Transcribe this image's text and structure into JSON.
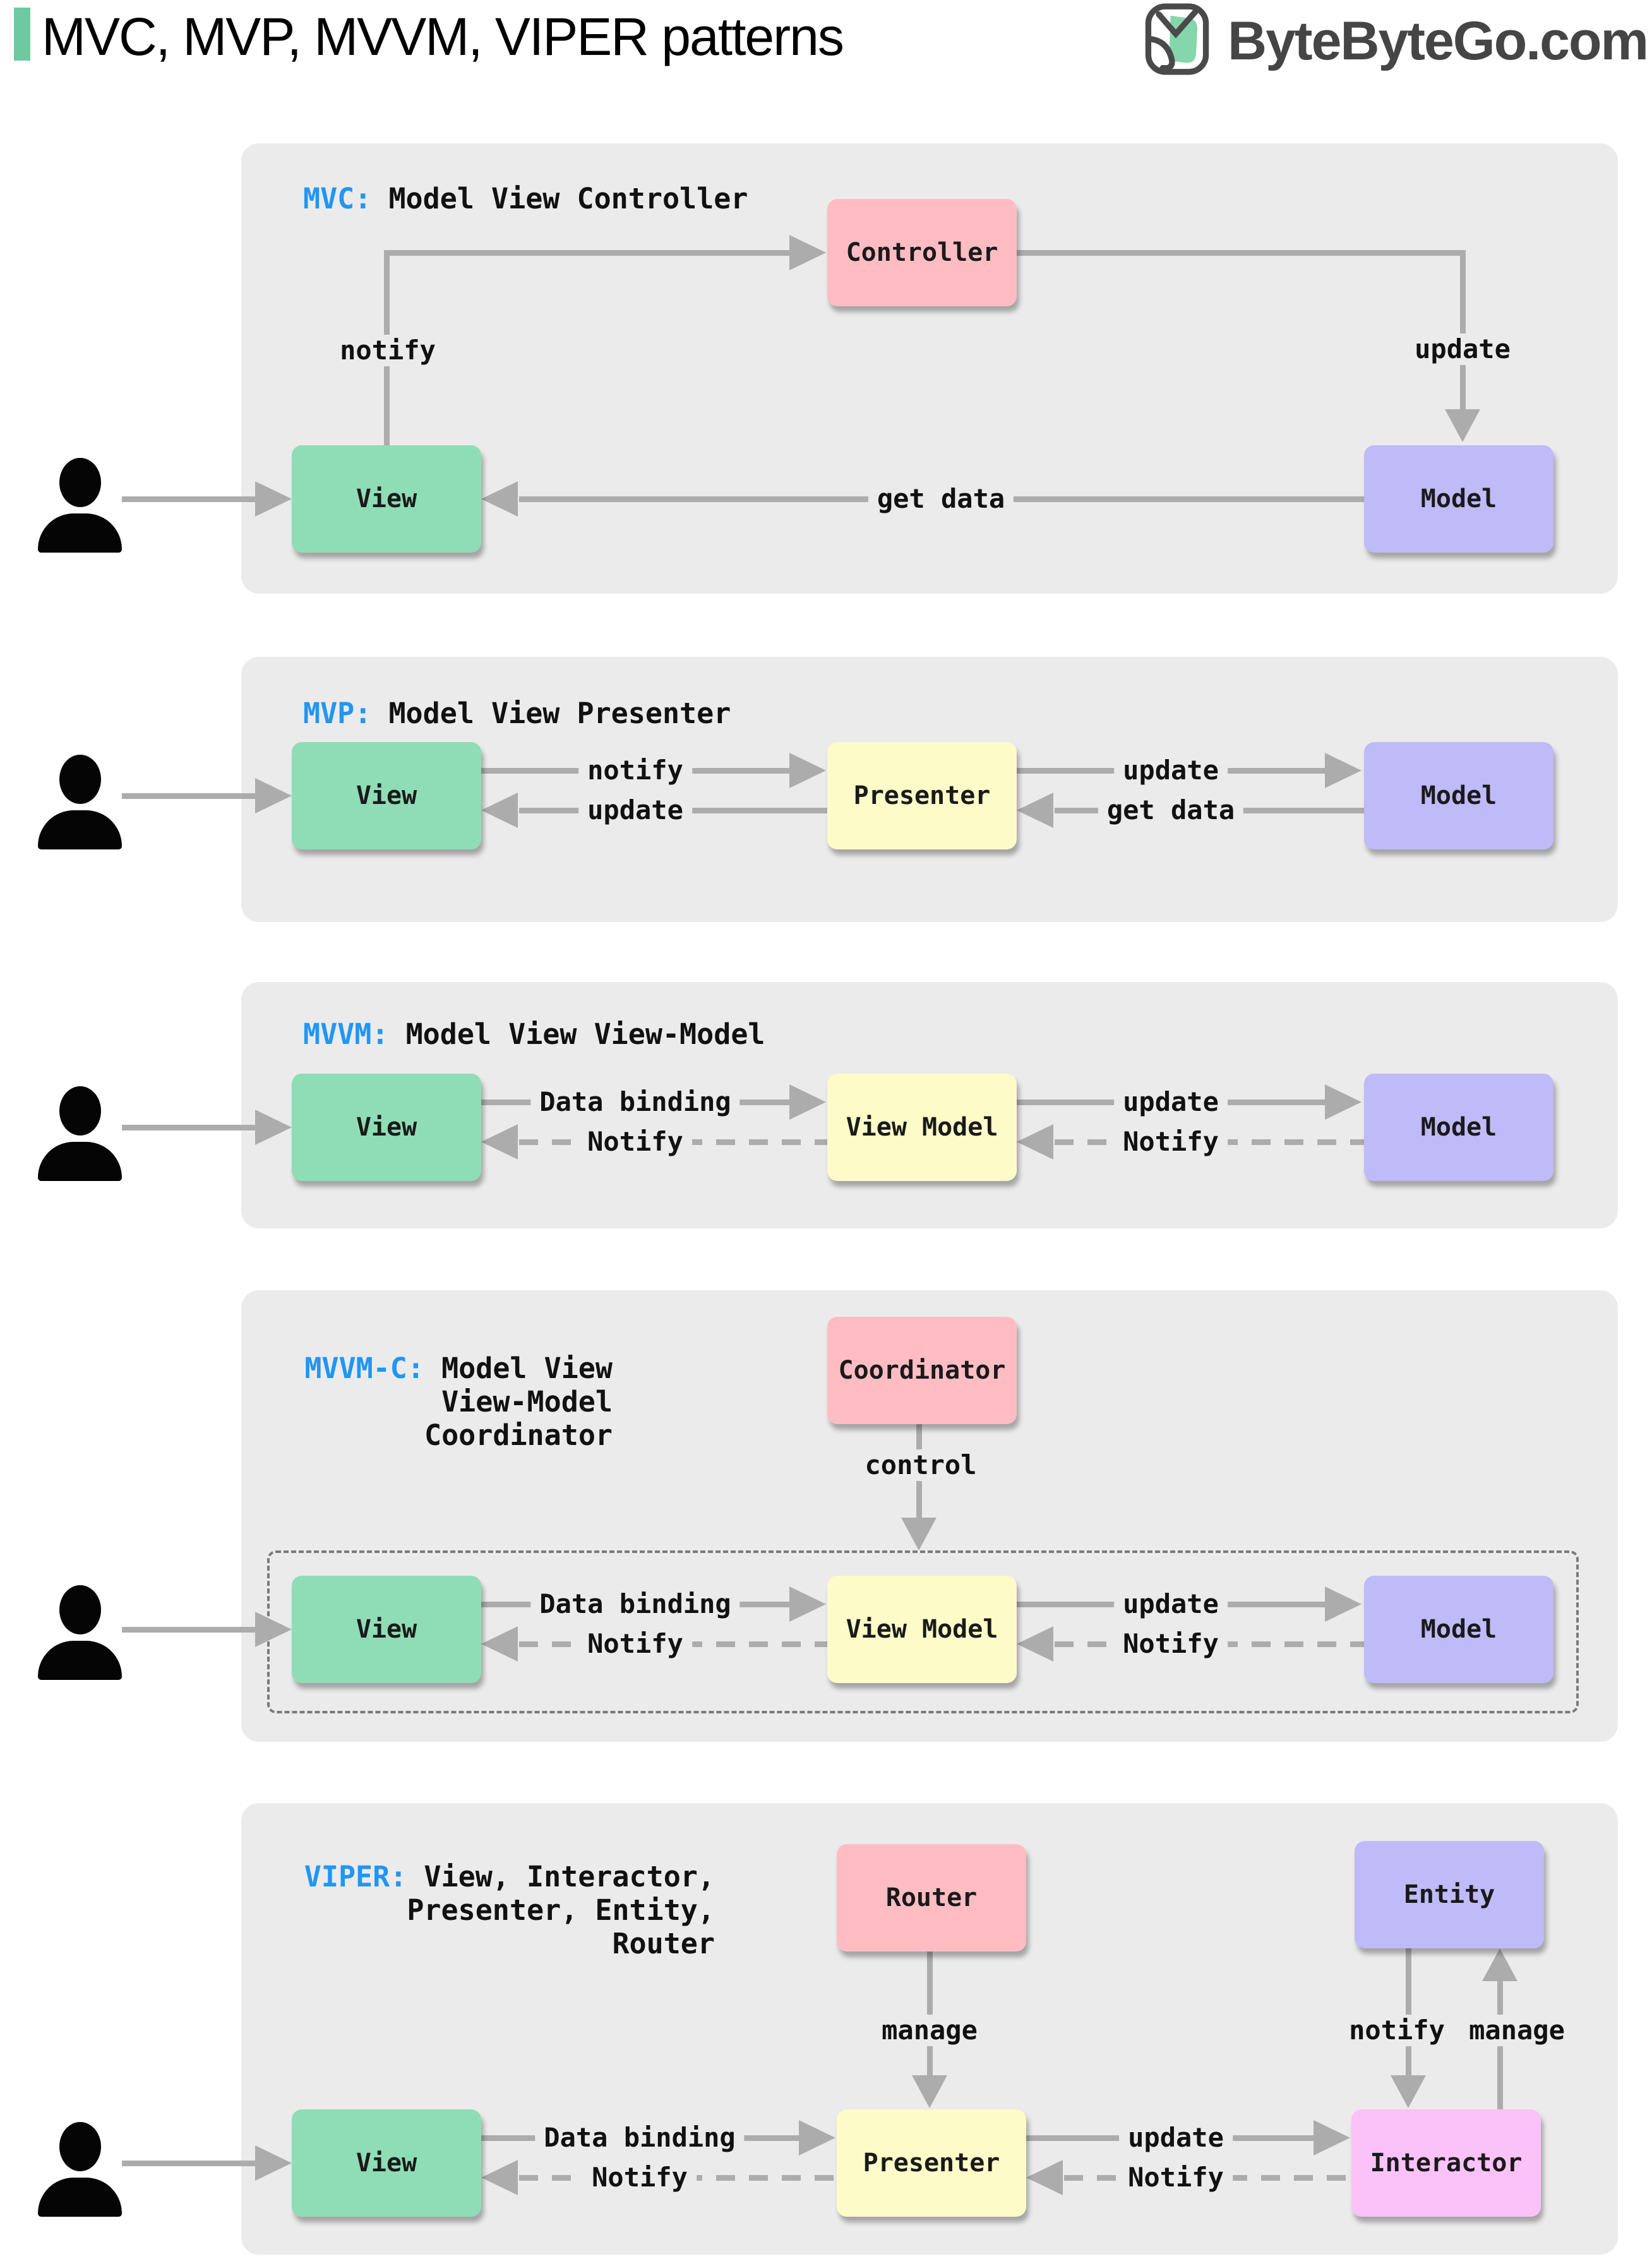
{
  "header": {
    "title": "MVC, MVP, MVVM, VIPER patterns",
    "brand": "ByteByteGo.com",
    "accent_color": "#6FC9A0",
    "abbr_color": "#2196F3",
    "panel_color": "#EBEBEB",
    "arrow_color": "#ACACAC",
    "box_colors": {
      "view": "#8FDDB6",
      "controller_coordinator_router": "#FFBDC3",
      "model_entity": "#BFBAF8",
      "presenter_viewmodel": "#FDFBC8",
      "interactor": "#FAC2F8"
    }
  },
  "sections": [
    {
      "abbr": "MVC:",
      "title": "Model View Controller",
      "boxes": {
        "controller": "Controller",
        "view": "View",
        "model": "Model"
      },
      "labels": {
        "notify": "notify",
        "update": "update",
        "get_data": "get data"
      }
    },
    {
      "abbr": "MVP:",
      "title": "Model View Presenter",
      "boxes": {
        "view": "View",
        "presenter": "Presenter",
        "model": "Model"
      },
      "labels": {
        "notify": "notify",
        "update_view": "update",
        "update_model": "update",
        "get_data": "get data"
      }
    },
    {
      "abbr": "MVVM:",
      "title": "Model View View-Model",
      "boxes": {
        "view": "View",
        "view_model": "View Model",
        "model": "Model"
      },
      "labels": {
        "data_binding": "Data binding",
        "notify_view": "Notify",
        "update": "update",
        "notify_view_model": "Notify"
      }
    },
    {
      "abbr": "MVVM-C:",
      "title_lines": [
        "Model View",
        "View-Model",
        "Coordinator"
      ],
      "boxes": {
        "coordinator": "Coordinator",
        "view": "View",
        "view_model": "View Model",
        "model": "Model"
      },
      "labels": {
        "control": "control",
        "data_binding": "Data binding",
        "notify_view": "Notify",
        "update": "update",
        "notify_view_model": "Notify"
      }
    },
    {
      "abbr": "VIPER:",
      "title_lines": [
        "View, Interactor,",
        "Presenter, Entity,",
        "Router"
      ],
      "boxes": {
        "router": "Router",
        "entity": "Entity",
        "view": "View",
        "presenter": "Presenter",
        "interactor": "Interactor"
      },
      "labels": {
        "manage_router": "manage",
        "notify_entity": "notify",
        "manage_entity": "manage",
        "data_binding": "Data binding",
        "notify_view": "Notify",
        "update": "update",
        "notify_presenter": "Notify"
      }
    }
  ]
}
